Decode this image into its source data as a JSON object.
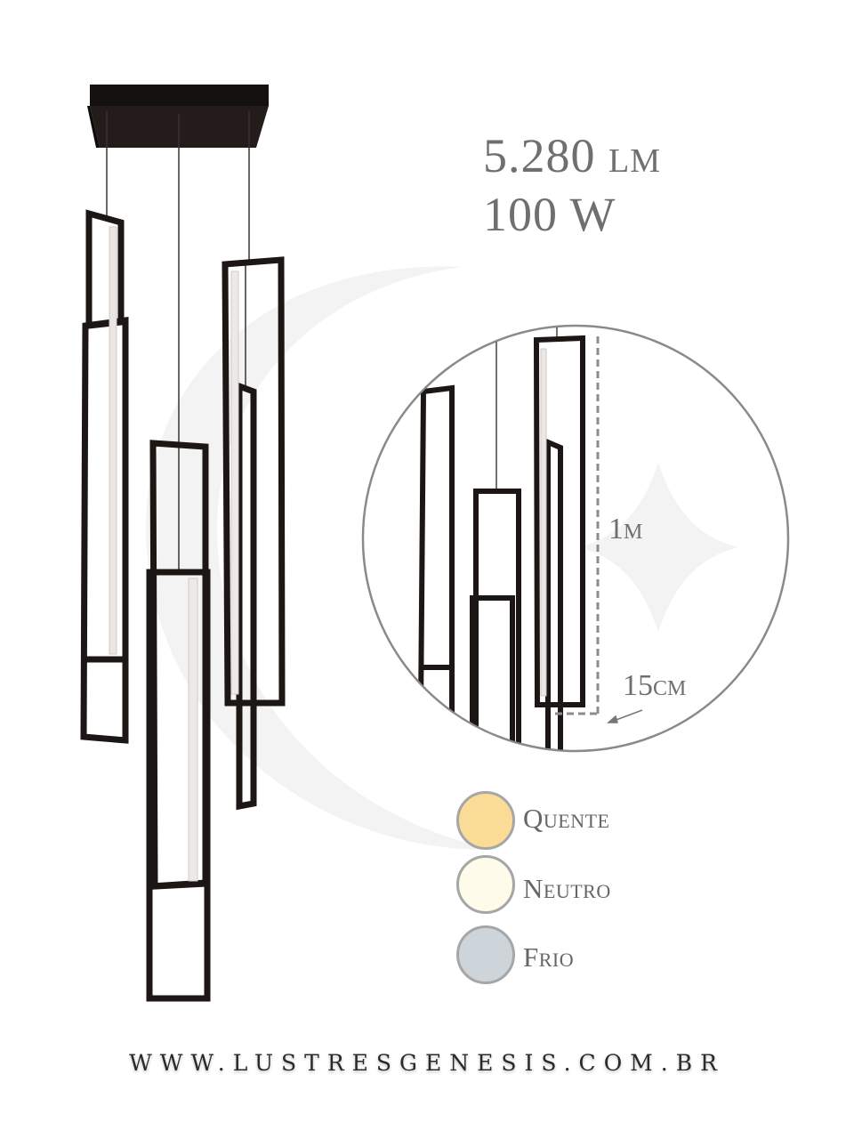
{
  "specs": {
    "lumens": "5.280 lm",
    "power": "100 W"
  },
  "dimensions": {
    "height_label": "1m",
    "width_label": "15cm"
  },
  "color_options": [
    {
      "label": "Quente",
      "color": "#fadc96"
    },
    {
      "label": "Neutro",
      "color": "#fffbea"
    },
    {
      "label": "Frio",
      "color": "#cdd5da"
    }
  ],
  "website": "WWW.LUSTRESGENESIS.COM.BR",
  "colors": {
    "frame": "#1c1614",
    "text": "#6f6f6f",
    "watermark": "#f2f2f2"
  }
}
